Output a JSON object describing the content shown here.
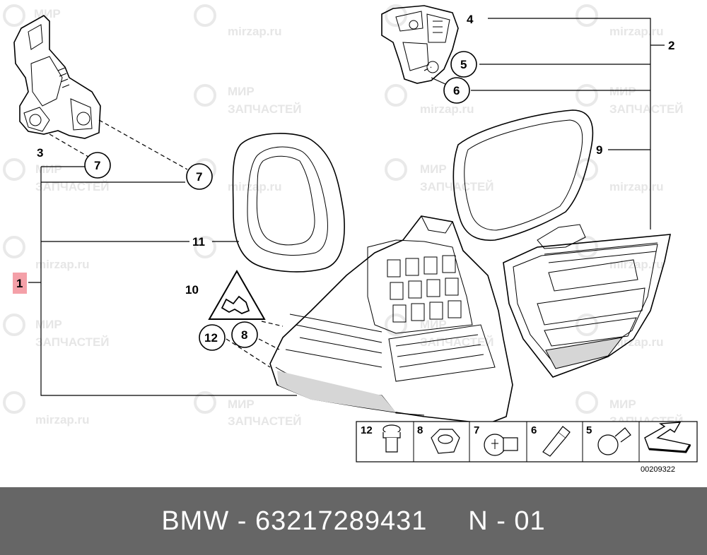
{
  "watermark": {
    "line1": "МИР",
    "line2": "ЗАПЧАСТЕЙ",
    "site": "mirzap.ru"
  },
  "callouts": {
    "c1": "1",
    "c2": "2",
    "c3": "3",
    "c4": "4",
    "c5": "5",
    "c6": "6",
    "c7a": "7",
    "c7b": "7",
    "c8": "8",
    "c9": "9",
    "c10": "10",
    "c11": "11",
    "c12": "12"
  },
  "legend": {
    "items": [
      "12",
      "8",
      "7",
      "6",
      "5"
    ],
    "code": "00209322"
  },
  "footer": {
    "brand": "BMW",
    "part_number": "63217289431",
    "position": "N - 01",
    "text": "BMW - 63217289431     N - 01"
  },
  "colors": {
    "highlight": "#f4a0a8",
    "footer_bg": "#666666",
    "footer_text": "#ffffff"
  }
}
